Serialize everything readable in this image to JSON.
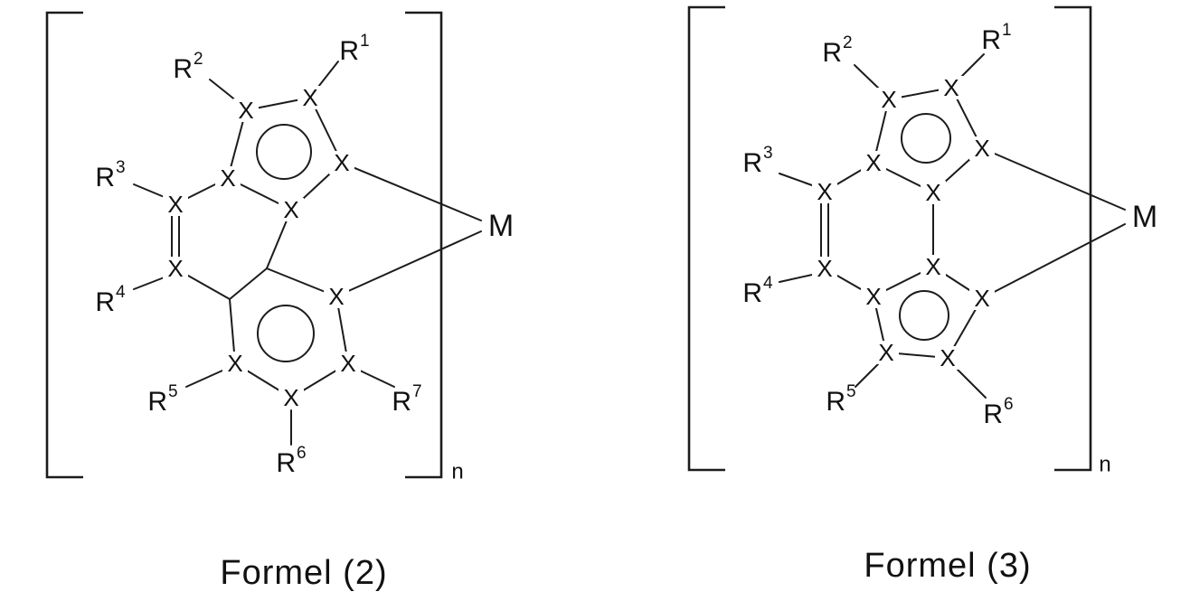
{
  "figure": {
    "ink_color": "#1c1c1c",
    "background_color": "#ffffff"
  },
  "formula2": {
    "caption": "Formel (2)",
    "atom_symbol": "X",
    "metal_symbol": "M",
    "repeat_subscript": "n",
    "substituents": {
      "r1": {
        "base": "R",
        "sup": "1"
      },
      "r2": {
        "base": "R",
        "sup": "2"
      },
      "r3": {
        "base": "R",
        "sup": "3"
      },
      "r4": {
        "base": "R",
        "sup": "4"
      },
      "r5": {
        "base": "R",
        "sup": "5"
      },
      "r6": {
        "base": "R",
        "sup": "6"
      },
      "r7": {
        "base": "R",
        "sup": "7"
      }
    }
  },
  "formula3": {
    "caption": "Formel (3)",
    "atom_symbol": "X",
    "metal_symbol": "M",
    "repeat_subscript": "n",
    "substituents": {
      "r1": {
        "base": "R",
        "sup": "1"
      },
      "r2": {
        "base": "R",
        "sup": "2"
      },
      "r3": {
        "base": "R",
        "sup": "3"
      },
      "r4": {
        "base": "R",
        "sup": "4"
      },
      "r5": {
        "base": "R",
        "sup": "5"
      },
      "r6": {
        "base": "R",
        "sup": "6"
      }
    }
  }
}
